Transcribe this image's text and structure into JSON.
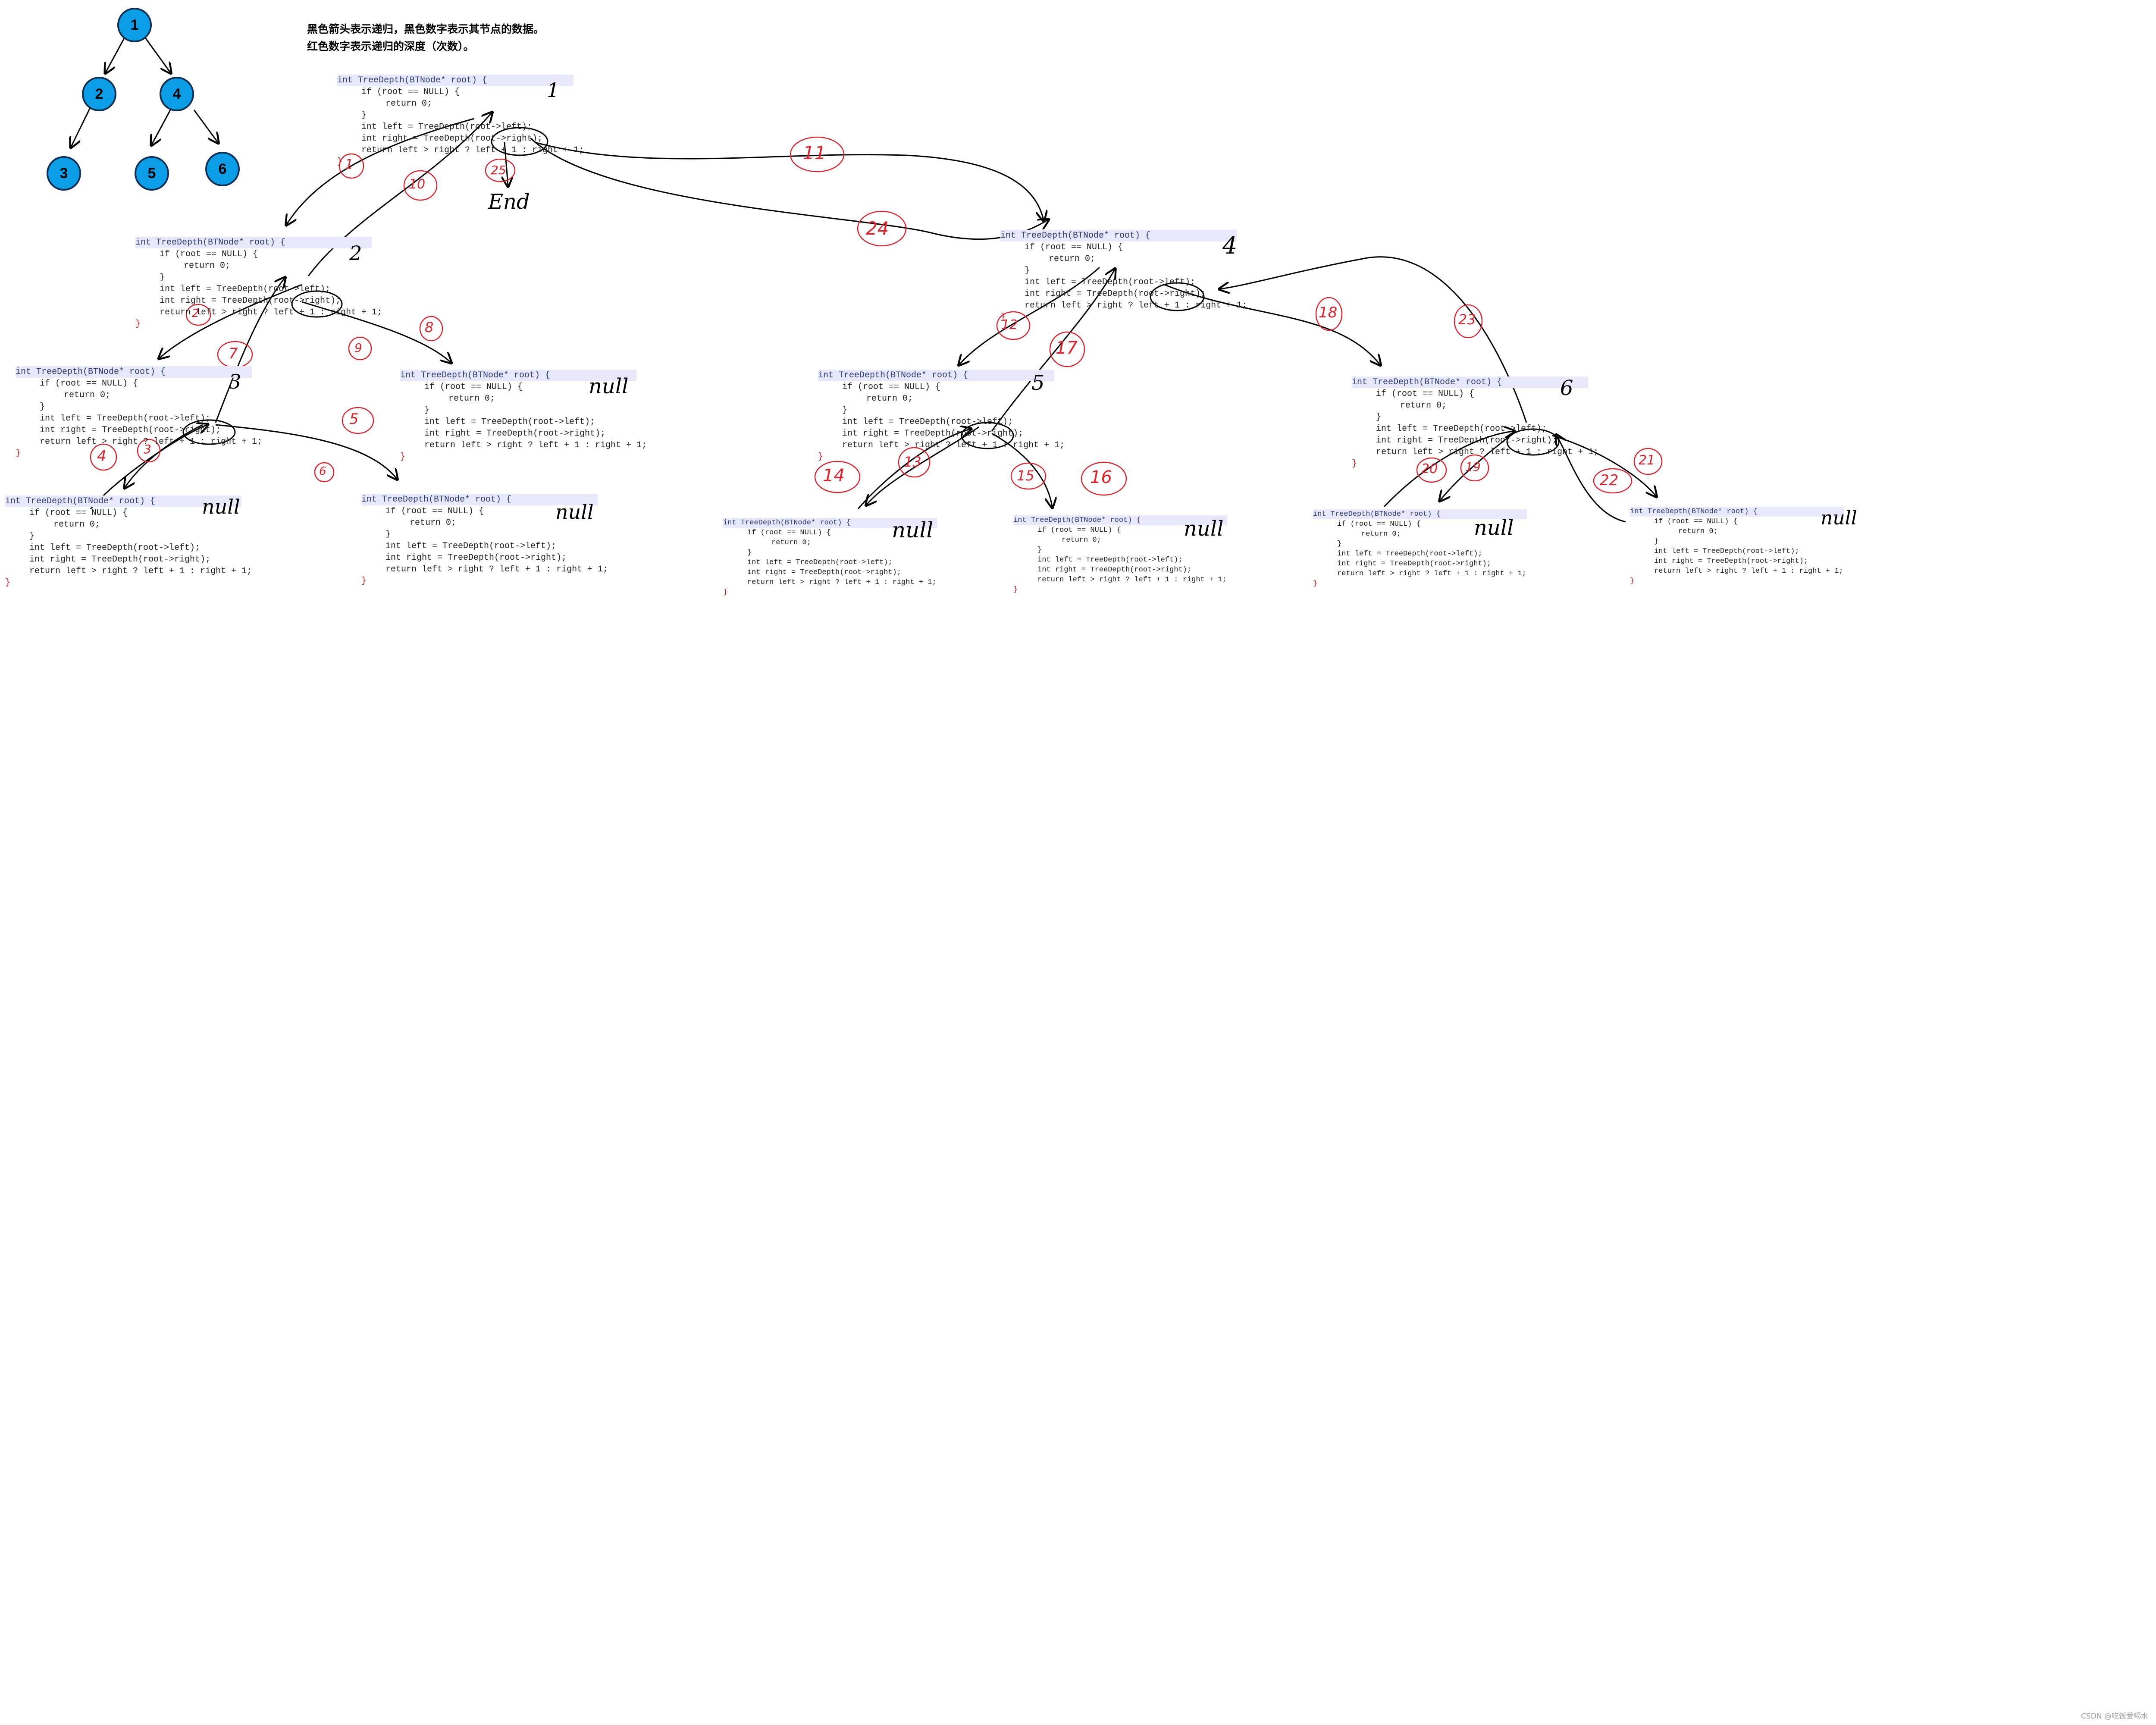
{
  "tree": {
    "nodes": [
      {
        "id": "n1",
        "label": "1"
      },
      {
        "id": "n2",
        "label": "2"
      },
      {
        "id": "n4",
        "label": "4"
      },
      {
        "id": "n3",
        "label": "3"
      },
      {
        "id": "n5",
        "label": "5"
      },
      {
        "id": "n6",
        "label": "6"
      }
    ],
    "edges": [
      [
        "n1",
        "n2"
      ],
      [
        "n1",
        "n4"
      ],
      [
        "n2",
        "n3"
      ],
      [
        "n4",
        "n5"
      ],
      [
        "n4",
        "n6"
      ]
    ],
    "node_color": "#0b9ee6",
    "node_border_color": "#0a2f52"
  },
  "caption": {
    "line1": "黑色箭头表示递归，黑色数字表示其节点的数据。",
    "line2": "红色数字表示递归的深度（次数）。"
  },
  "code": {
    "signature": "int TreeDepth(BTNode* root) {",
    "if_line": "if (root == NULL) {",
    "return_zero": "return 0;",
    "close_if": "}",
    "left_line": "int left = TreeDepth(root->left);",
    "right_line": "int right = TreeDepth(root->right);",
    "return_line": "return left > right ? left + 1 : right + 1;",
    "close_func": "}"
  },
  "frames": [
    {
      "id": "f-root",
      "node_label": "1"
    },
    {
      "id": "f-2",
      "node_label": "2"
    },
    {
      "id": "f-4",
      "node_label": "4"
    },
    {
      "id": "f-3",
      "node_label": "3"
    },
    {
      "id": "f-2-right",
      "node_label": "null"
    },
    {
      "id": "f-5",
      "node_label": "5"
    },
    {
      "id": "f-6",
      "node_label": "6"
    },
    {
      "id": "f-3-left",
      "node_label": "null"
    },
    {
      "id": "f-3-right",
      "node_label": "null"
    },
    {
      "id": "f-5-left",
      "node_label": "null"
    },
    {
      "id": "f-5-right",
      "node_label": "null"
    },
    {
      "id": "f-6-left",
      "node_label": "null"
    },
    {
      "id": "f-6-right",
      "node_label": "null"
    }
  ],
  "handwriting": {
    "end_label": "End",
    "null_label": "null"
  },
  "depth_numbers": [
    "1",
    "2",
    "3",
    "4",
    "5",
    "6",
    "7",
    "8",
    "9",
    "10",
    "11",
    "12",
    "13",
    "14",
    "15",
    "16",
    "17",
    "18",
    "19",
    "20",
    "21",
    "22",
    "23",
    "24",
    "25"
  ],
  "colors": {
    "arrow": "#000000",
    "depth_number": "#e2222a",
    "signature_bg": "#e7e8fb",
    "brace": "#d4161b"
  },
  "watermark": "CSDN @吃饭爱喝水"
}
